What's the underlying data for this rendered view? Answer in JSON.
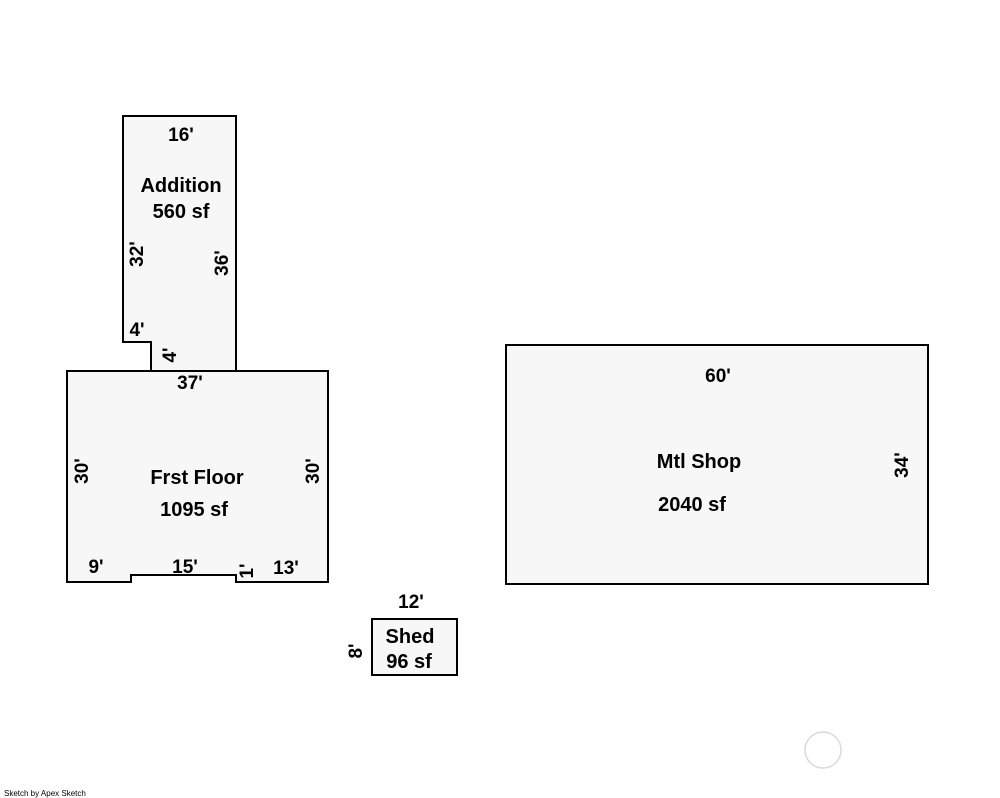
{
  "rooms": {
    "addition": {
      "name": "Addition",
      "area": "560 sf",
      "dim_top": "16'",
      "dim_left": "32'",
      "dim_right": "36'",
      "dim_notch_horizontal": "4'",
      "dim_notch_vertical": "4'"
    },
    "first_floor": {
      "name": "Frst Floor",
      "area": "1095 sf",
      "dim_top": "37'",
      "dim_left": "30'",
      "dim_right": "30'",
      "dim_bottom_left": "9'",
      "dim_bottom_middle": "15'",
      "dim_bottom_step": "1'",
      "dim_bottom_right": "13'"
    },
    "shop": {
      "name": "Mtl Shop",
      "area": "2040 sf",
      "dim_top": "60'",
      "dim_right": "34'"
    },
    "shed": {
      "name": "Shed",
      "area": "96 sf",
      "dim_top": "12'",
      "dim_left": "8'"
    }
  },
  "credit": "Sketch by Apex Sketch"
}
